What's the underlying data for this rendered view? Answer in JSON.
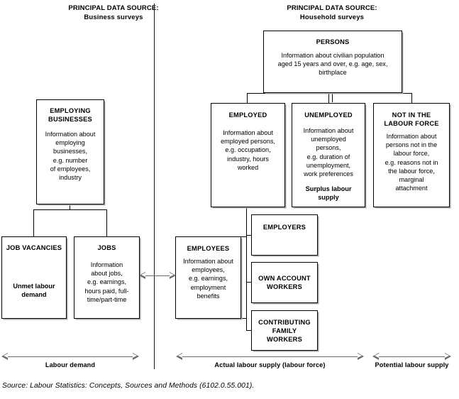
{
  "headers": {
    "left": {
      "line1": "PRINCIPAL DATA SOURCE:",
      "line2": "Business surveys"
    },
    "right": {
      "line1": "PRINCIPAL DATA SOURCE:",
      "line2": "Household surveys"
    }
  },
  "boxes": {
    "persons": {
      "title": "PERSONS",
      "body": "Information about civilian population\naged 15 years and over, e.g. age, sex,\nbirthplace"
    },
    "employing_businesses": {
      "title": "EMPLOYING\nBUSINESSES",
      "body": "Information about\nemploying\nbusinesses,\ne.g. number\nof employees,\nindustry"
    },
    "employed": {
      "title": "EMPLOYED",
      "body": "Information about\nemployed persons,\ne.g. occupation,\nindustry, hours\nworked"
    },
    "unemployed": {
      "title": "UNEMPLOYED",
      "body": "Information about\nunemployed\npersons,\ne.g. duration of\nunemployment,\nwork preferences",
      "sub": "Surplus labour\nsupply"
    },
    "not_in_labour_force": {
      "title": "NOT IN THE\nLABOUR FORCE",
      "body": "Information about\npersons not in the\nlabour force,\ne.g. reasons not in\nthe labour force,\nmarginal\nattachment"
    },
    "job_vacancies": {
      "title": "JOB VACANCIES",
      "sub": "Unmet labour\ndemand"
    },
    "jobs": {
      "title": "JOBS",
      "body": "Information\nabout jobs,\ne.g. earnings,\nhours paid, full-\ntime/part-time"
    },
    "employees": {
      "title": "EMPLOYEES",
      "body": "Information about\nemployees,\ne.g. earnings,\nemployment\nbenefits"
    },
    "employers": {
      "title": "EMPLOYERS"
    },
    "own_account_workers": {
      "title": "OWN ACCOUNT\nWORKERS"
    },
    "contributing_family_workers": {
      "title": "CONTRIBUTING\nFAMILY\nWORKERS"
    }
  },
  "scale_arrows": {
    "labour_demand": "Labour demand",
    "actual_labour_supply": "Actual labour supply (labour force)",
    "potential_labour_supply": "Potential labour supply"
  },
  "footer": "Source: Labour Statistics: Concepts, Sources and Methods (6102.0.55.001).",
  "colors": {
    "box_border": "#000000",
    "box_shadow": "#b0a8a8",
    "arrow": "#6e6868",
    "divider": "#1a1414",
    "background": "#ffffff"
  }
}
